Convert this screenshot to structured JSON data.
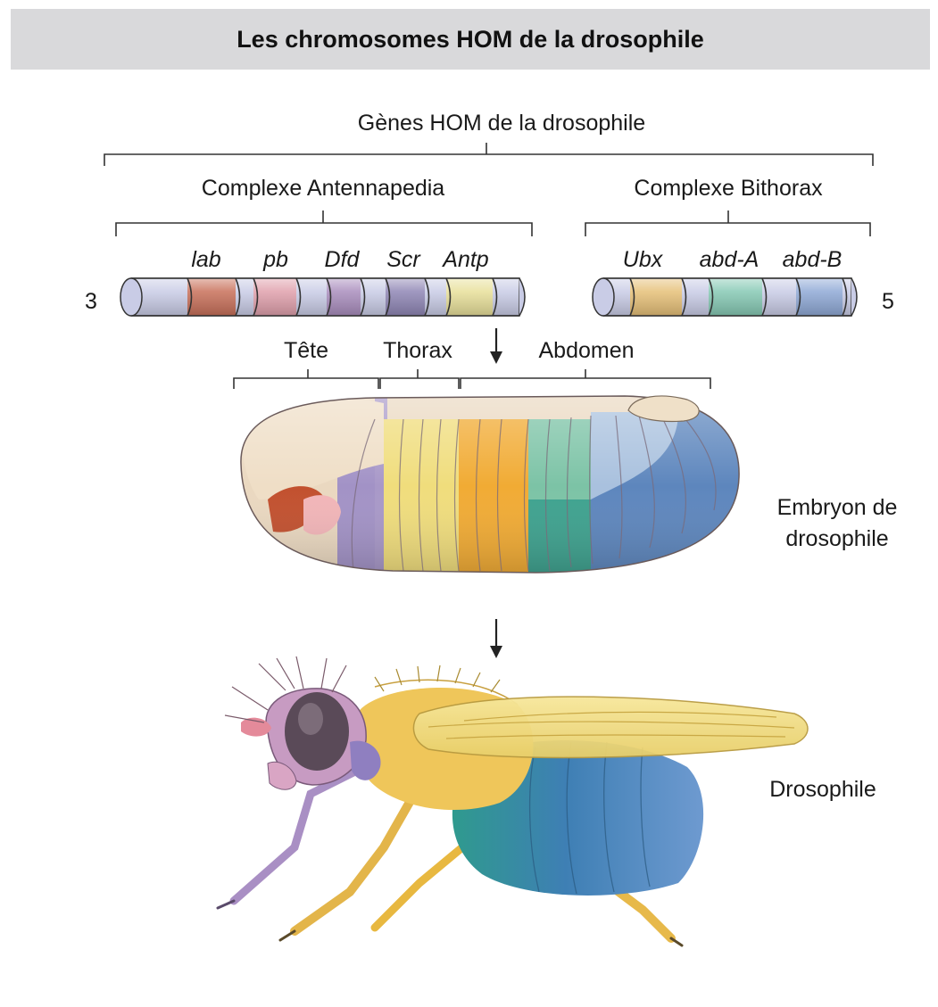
{
  "title": "Les chromosomes HOM de la drosophile",
  "top_label": "Gènes HOM de la drosophile",
  "complexes": {
    "antennapedia": "Complexe Antennapedia",
    "bithorax": "Complexe Bithorax"
  },
  "chromosome_ends": {
    "left": "3",
    "right": "5"
  },
  "genes": {
    "lab": "lab",
    "pb": "pb",
    "dfd": "Dfd",
    "scr": "Scr",
    "antp": "Antp",
    "ubx": "Ubx",
    "abda": "abd-A",
    "abdb": "abd-B"
  },
  "gene_colors": {
    "lab": "#c8705a",
    "pb": "#e0a0ac",
    "dfd": "#a98dbd",
    "scr": "#8f86b5",
    "antp": "#e8e09a",
    "ubx": "#e6c078",
    "abda": "#86c9b4",
    "abdb": "#8fa9d6",
    "segment": "#c9cce6"
  },
  "regions": {
    "head": "Tête",
    "thorax": "Thorax",
    "abdomen": "Abdomen"
  },
  "embryo_label": [
    "Embryon de",
    "drosophile"
  ],
  "fly_label": "Drosophile"
}
